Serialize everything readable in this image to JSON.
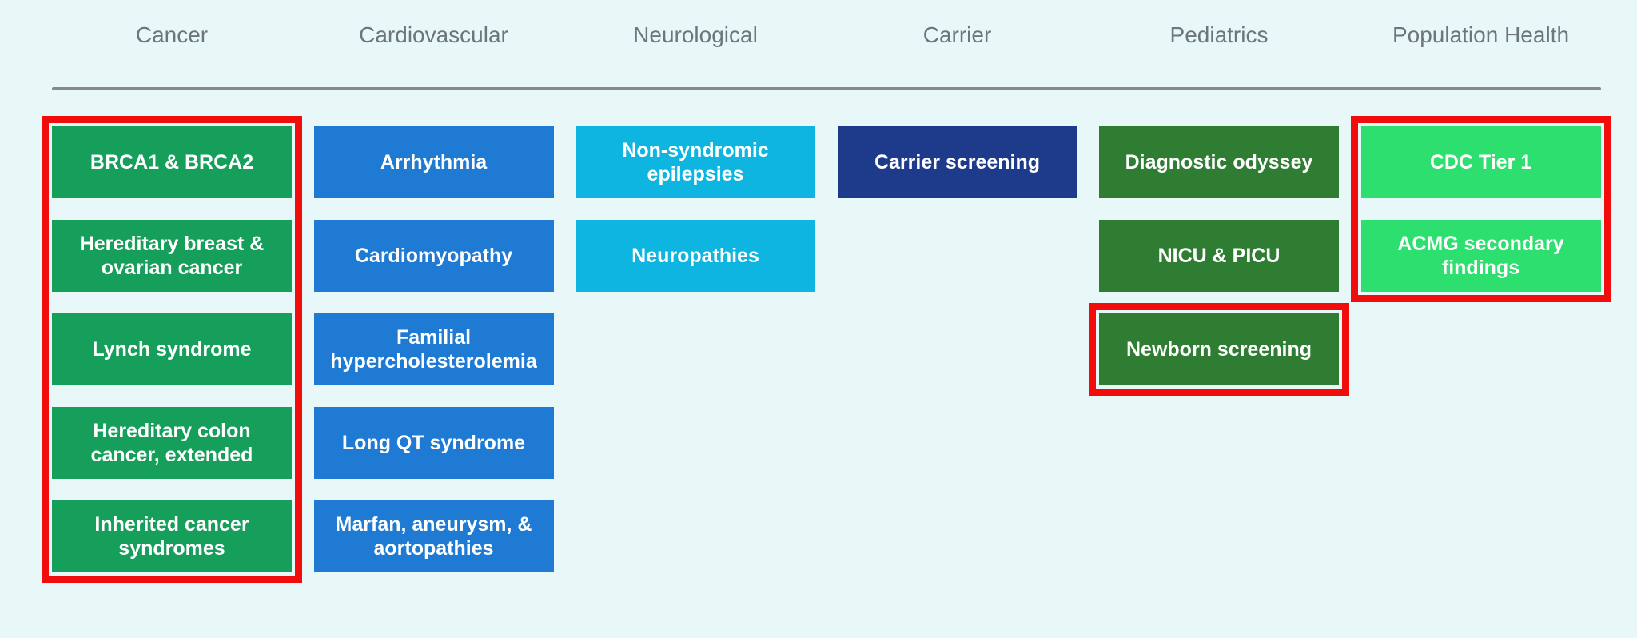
{
  "page": {
    "background": "#e8f7f8",
    "header_text_color": "#6d757d",
    "divider_color": "#85898c",
    "outline_color": "#f20d0d",
    "box_text_color": "#ffffff"
  },
  "columns": [
    {
      "header": "Cancer",
      "box_color": "#169f5b",
      "outlined": "all items",
      "items": [
        "BRCA1 & BRCA2",
        "Hereditary breast & ovarian cancer",
        "Lynch syndrome",
        "Hereditary colon cancer, extended",
        "Inherited cancer syndromes"
      ]
    },
    {
      "header": "Cardiovascular",
      "box_color": "#1e7ad3",
      "outlined": "none",
      "items": [
        "Arrhythmia",
        "Cardiomyopathy",
        "Familial hypercholesterolemia",
        "Long QT syndrome",
        "Marfan, aneurysm, & aortopathies"
      ]
    },
    {
      "header": "Neurological",
      "box_color": "#0db5e0",
      "outlined": "none",
      "items": [
        "Non-syndromic epilepsies",
        "Neuropathies"
      ]
    },
    {
      "header": "Carrier",
      "box_color": "#1e3a8a",
      "outlined": "none",
      "items": [
        "Carrier screening"
      ]
    },
    {
      "header": "Pediatrics",
      "box_color": "#2e7d32",
      "outlined": "last item only",
      "items": [
        "Diagnostic odyssey",
        "NICU & PICU",
        "Newborn screening"
      ]
    },
    {
      "header": "Population Health",
      "box_color": "#2ddf6e",
      "outlined": "all items",
      "items": [
        "CDC Tier 1",
        "ACMG secondary findings"
      ]
    }
  ]
}
